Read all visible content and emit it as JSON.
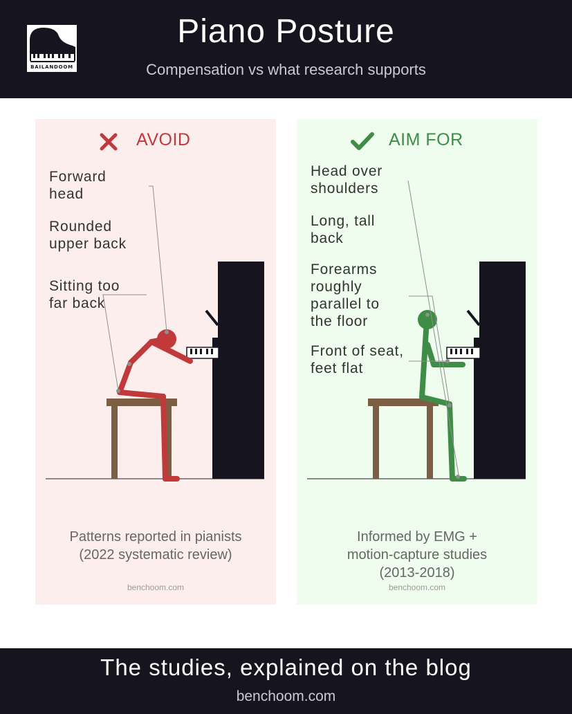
{
  "header": {
    "title": "Piano Posture",
    "subtitle": "Compensation vs what research supports",
    "logo_text": "BAILANDOOM",
    "logo_icon": "grand-piano-icon"
  },
  "panels": {
    "avoid": {
      "heading": "AVOID",
      "icon": "cross-icon",
      "color": "#c0393b",
      "background": "#fdeeee",
      "labels": [
        "Forward\nhead",
        "Rounded\nupper back",
        "Sitting too\nfar back"
      ],
      "caption": "Patterns reported in pianists\n(2022 systematic review)",
      "credit": "benchoom.com"
    },
    "aim": {
      "heading": "AIM FOR",
      "icon": "checkmark-icon",
      "color": "#3f8c46",
      "background": "#eefdee",
      "labels": [
        "Head over\nshoulders",
        "Long, tall\nback",
        "Forearms\nroughly\nparallel to\nthe floor",
        "Front of seat,\nfeet flat"
      ],
      "caption": "Informed by EMG +\nmotion-capture studies\n(2013-2018)",
      "credit": "benchoom.com"
    }
  },
  "footer": {
    "cta": "The studies, explained on the blog",
    "site": "benchoom.com"
  }
}
